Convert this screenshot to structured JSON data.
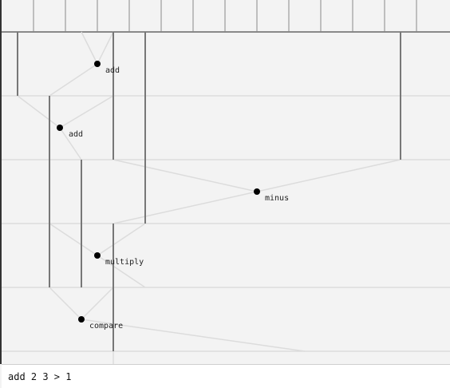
{
  "graph": {
    "nodes": [
      {
        "label": "add"
      },
      {
        "label": "add"
      },
      {
        "label": "minus"
      },
      {
        "label": "multiply"
      },
      {
        "label": "compare"
      }
    ]
  },
  "input": {
    "value": "add 2 3 > 1"
  },
  "colors": {
    "background": "#f3f3f3",
    "grid_line": "#d8d8d8",
    "wire_dark": "#777777",
    "wire_light": "#dcdcdc",
    "node": "#000000"
  }
}
